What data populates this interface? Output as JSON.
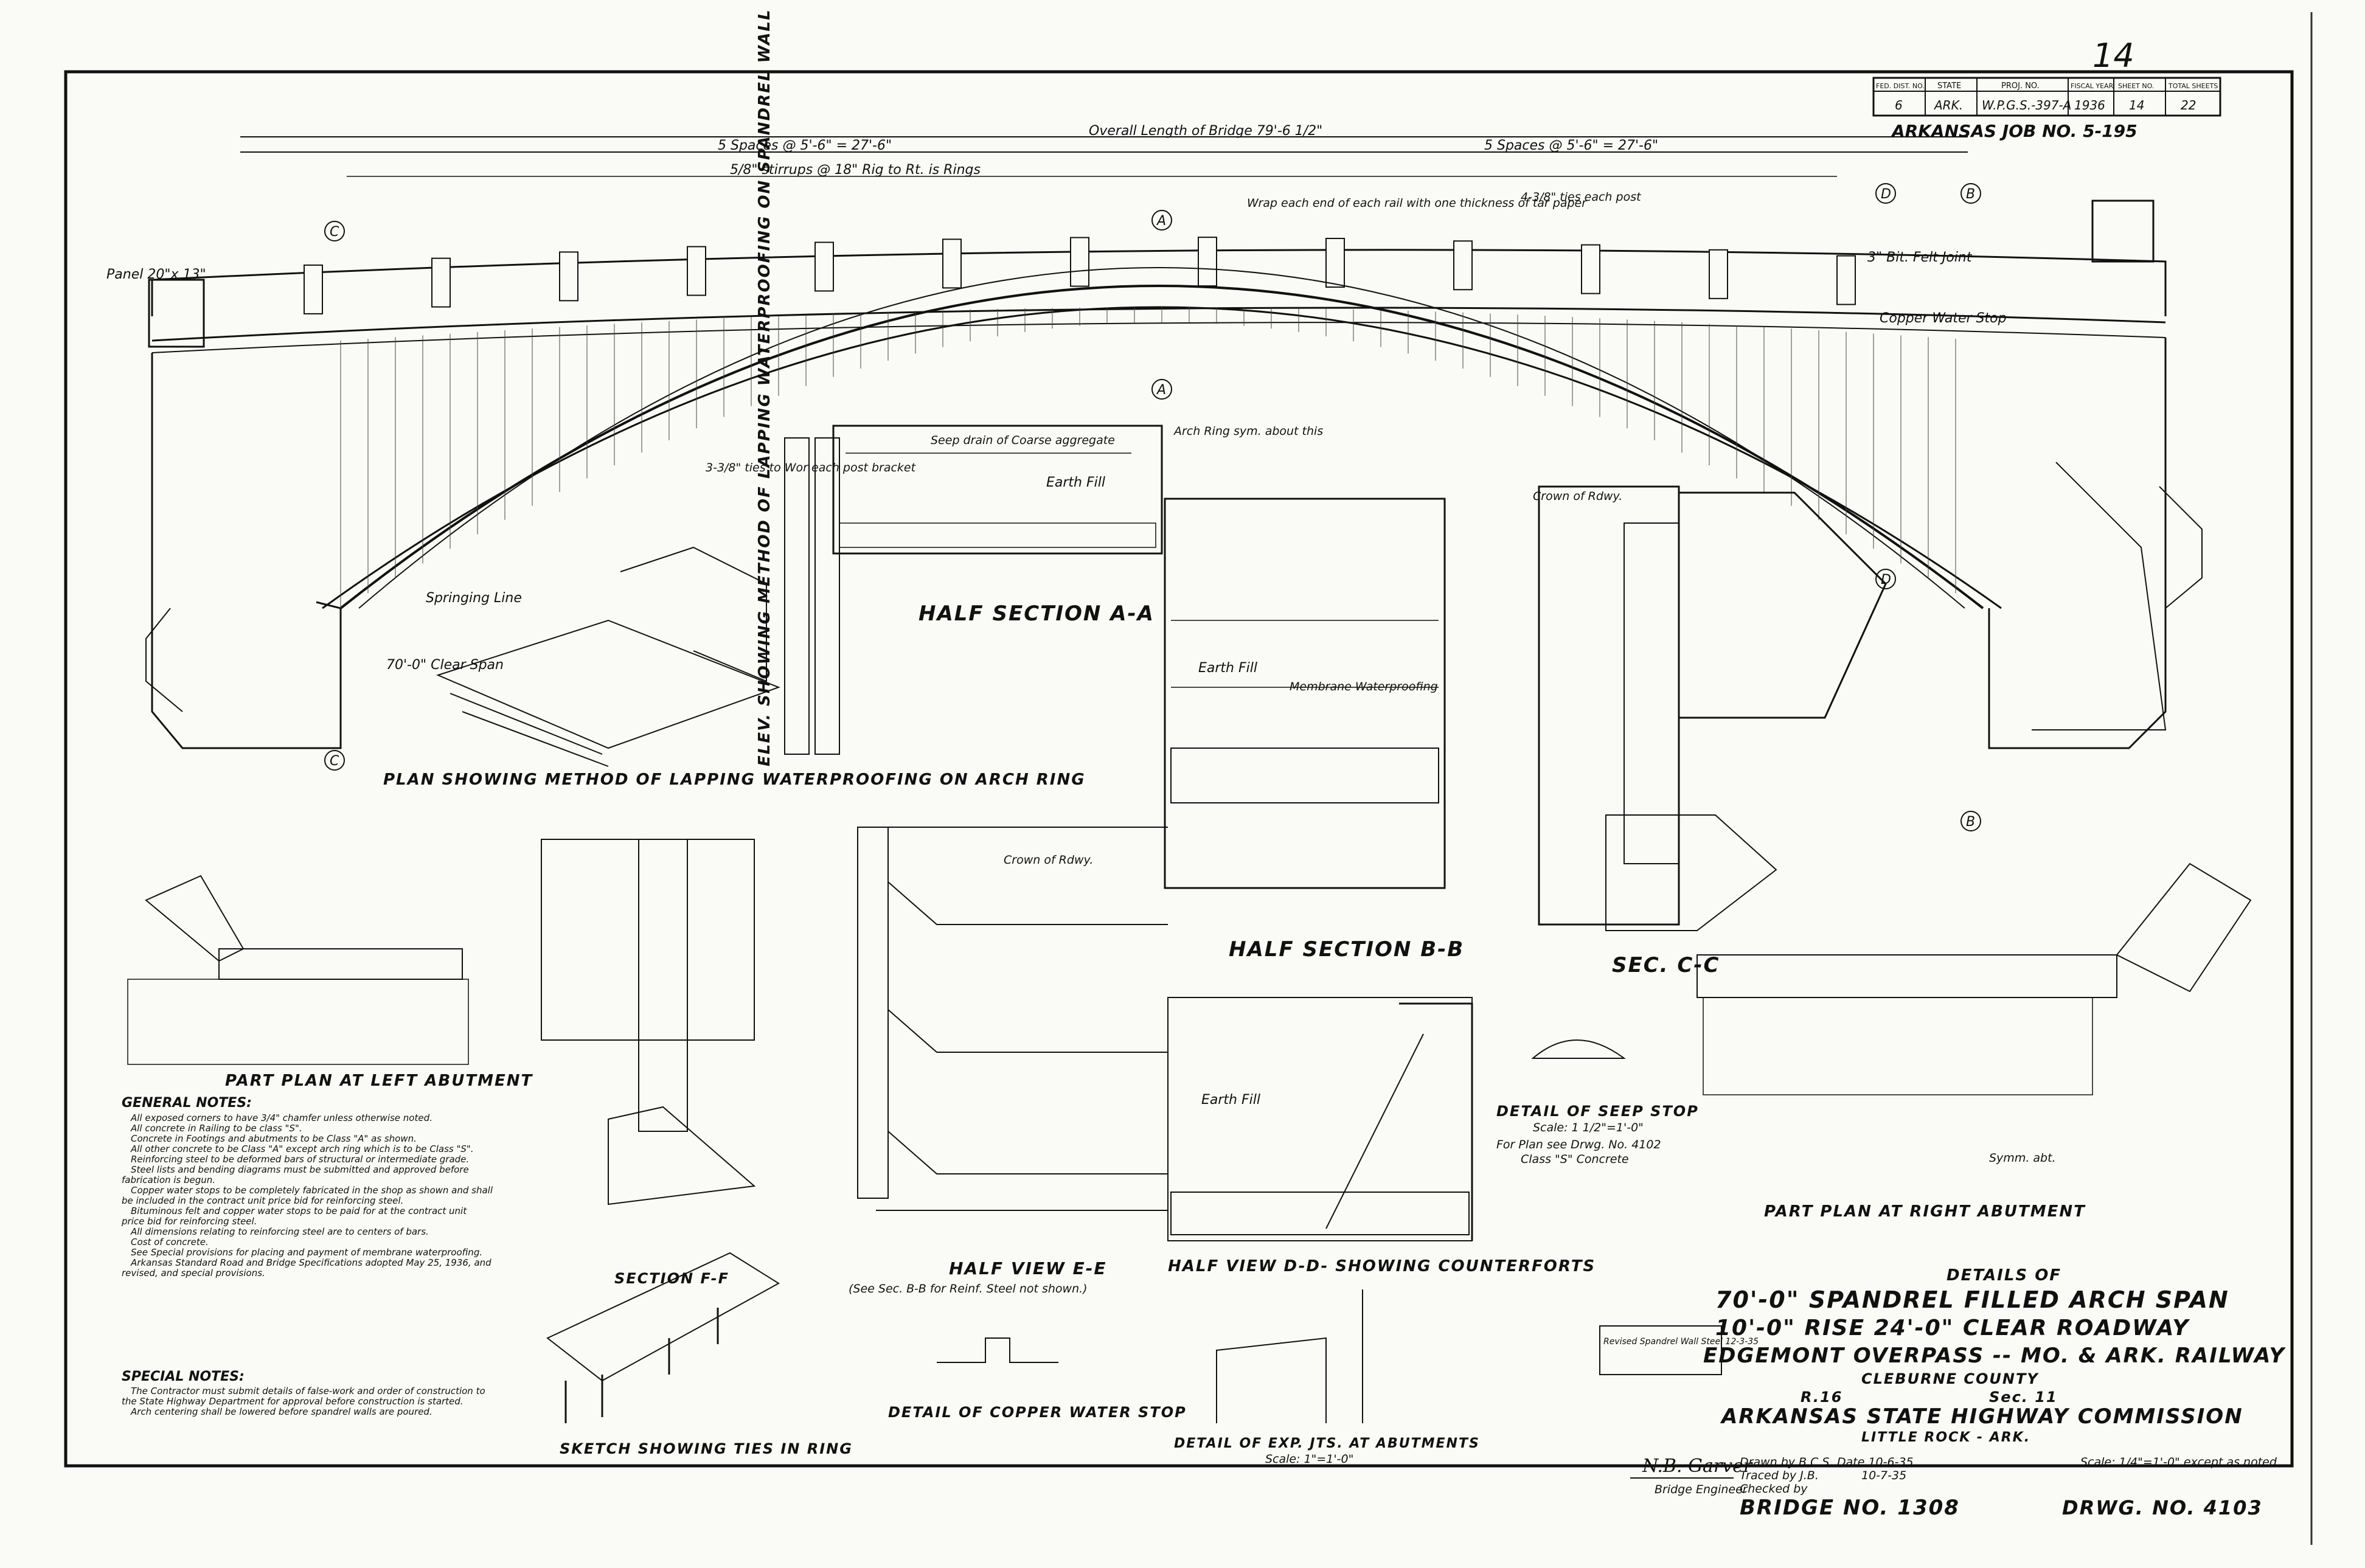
{
  "sheet_number": "14",
  "title_block": {
    "headers": [
      "FED. DIST. NO.",
      "STATE",
      "PROJ. NO.",
      "FISCAL YEAR",
      "SHEET NO.",
      "TOTAL SHEETS"
    ],
    "values": [
      "6",
      "ARK.",
      "W.P.G.S.-397-A",
      "1936",
      "14",
      "22"
    ]
  },
  "job": "ARKANSAS JOB NO. 5-195",
  "elevation": {
    "overall_length": "Overall Length of Bridge 79'-6 1/2\"",
    "spaces_left": "5 Spaces @ 5'-6\" = 27'-6\"",
    "spaces_right": "5 Spaces @ 5'-6\" = 27'-6\"",
    "stirrups": "5/8\" stirrups @ 18\" Rig to Rt. is Rings",
    "clear_span": "70'-0\" Clear Span",
    "springing_line": "Springing Line",
    "panel": "Panel 20\"x 13\"",
    "arch_ring_sym": "Arch Ring sym. about this",
    "wrap_note": "Wrap each end of each rail with one thickness of tar paper",
    "bars_each_post": "4-3/8\" ties each post",
    "copper_water_stop": "Copper Water Stop",
    "bitumen_joint": "3\" Bit. Felt Joint",
    "ties_each_post": "3-3/8\" ties to Wor each post bracket"
  },
  "views": {
    "plan_lapping": "PLAN SHOWING METHOD OF LAPPING WATERPROOFING ON ARCH RING",
    "elev_lapping": "ELEV. SHOWING METHOD OF LAPPING WATERPROOFING ON SPANDREL WALL",
    "half_section_aa": "HALF SECTION A-A",
    "half_section_bb": "HALF SECTION B-B",
    "sec_cc": "SEC. C-C",
    "part_plan_left": "PART PLAN AT LEFT ABUTMENT",
    "part_plan_right": "PART PLAN AT RIGHT ABUTMENT",
    "half_view_ee": "HALF VIEW E-E",
    "half_view_ee_sub": "(See Sec. B-B for Reinf. Steel not shown.)",
    "half_view_dd": "HALF VIEW D-D- SHOWING COUNTERFORTS",
    "section_ff": "SECTION F-F",
    "sketch_ties": "SKETCH SHOWING TIES IN RING",
    "copper_stop": "DETAIL OF COPPER WATER STOP",
    "exp_jts": "DETAIL OF EXP. JTS. AT ABUTMENTS",
    "exp_jts_scale": "Scale: 1\"=1'-0\"",
    "seep_stop": "DETAIL OF SEEP STOP",
    "seep_scale": "Scale: 1 1/2\"=1'-0\"",
    "seep_plan": "For Plan see Drwg. No. 4102",
    "seep_class": "Class \"S\" Concrete",
    "earth_fill": "Earth Fill",
    "membrane": "Membrane Waterproofing",
    "crown_rdwy": "Crown of Rdwy.",
    "seep_drain": "Seep drain of Coarse aggregate",
    "symm": "Symm. abt."
  },
  "general_notes": {
    "heading": "GENERAL NOTES:",
    "lines": [
      "All exposed corners to have 3/4\" chamfer unless otherwise noted.",
      "All concrete in Railing to be class \"S\".",
      "Concrete in Footings and abutments to be Class \"A\" as shown.",
      "All other concrete to be Class \"A\" except arch ring which is to be Class \"S\".",
      "Reinforcing steel to be deformed bars of structural or intermediate grade.",
      "Steel lists and bending diagrams must be submitted and approved before fabrication is begun.",
      "Copper water stops to be completely fabricated in the shop as shown and shall be included in the contract unit price bid for reinforcing steel.",
      "Bituminous felt and copper water stops to be paid for at the contract unit price bid for reinforcing steel.",
      "All dimensions relating to reinforcing steel are to centers of bars.",
      "Cost of concrete.",
      "See Special provisions for placing and payment of membrane waterproofing.",
      "Arkansas Standard Road and Bridge Specifications adopted May 25, 1936, and revised, and special provisions."
    ]
  },
  "special_notes": {
    "heading": "SPECIAL NOTES:",
    "lines": [
      "The Contractor must submit details of false-work and order of construction to the State Highway Department for approval before construction is started.",
      "Arch centering shall be lowered before spandrel walls are poured."
    ]
  },
  "title": {
    "details_of": "DETAILS OF",
    "line1": "70'-0\" SPANDREL FILLED ARCH SPAN",
    "line2": "10'-0\" RISE     24'-0\" CLEAR ROADWAY",
    "line3": "EDGEMONT OVERPASS -- MO. & ARK. RAILWAY",
    "county": "CLEBURNE COUNTY",
    "range": "R.16",
    "sec": "Sec. 11",
    "commission": "ARKANSAS STATE HIGHWAY COMMISSION",
    "city": "LITTLE ROCK - ARK.",
    "drawn_by": "Drawn by B.C.S.",
    "traced_by": "Traced by J.B.",
    "checked_by": "Checked by",
    "date1": "Date 10-6-35",
    "date2": "10-7-35",
    "scale": "Scale: 1/4\"=1'-0\" except as noted",
    "engineer_signature": "N.B. Garver",
    "engineer": "Bridge Engineer",
    "bridge_no": "BRIDGE NO. 1308",
    "drwg_no": "DRWG. NO. 4103"
  },
  "revision_stamp": "Revised Spandrel Wall Steel 12-3-35"
}
